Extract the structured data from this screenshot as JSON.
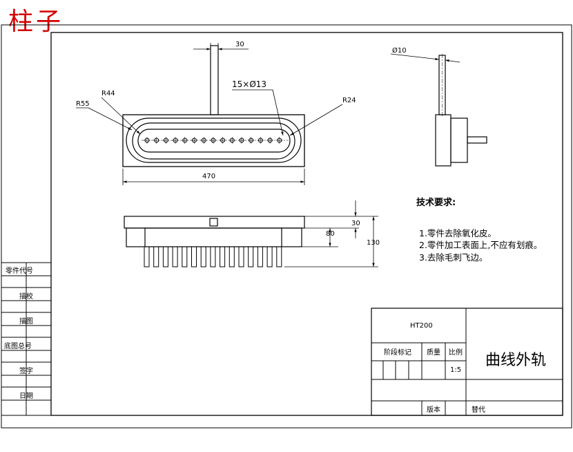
{
  "corner_title": "柱子",
  "dimensions": {
    "rod_width": "30",
    "radius_outer": "R55",
    "radius_middle": "R44",
    "hole_pattern": "15×Ø13",
    "radius_inner": "R24",
    "overall_length": "470",
    "side_rod_dia": "Ø10",
    "plate_thickness": "30",
    "body_height": "80",
    "total_height": "130"
  },
  "tech_requirements": {
    "heading": "技术要求:",
    "items": [
      "1.零件去除氧化皮。",
      "2.零件加工表面上,不应有划痕。",
      "3.去除毛刺飞边。"
    ]
  },
  "side_table": [
    "零件代号",
    "描校",
    "描图",
    "底图总号",
    "签字",
    "日期"
  ],
  "title_block": {
    "material": "HT200",
    "stage_label": "阶段标记",
    "mass_label": "质量",
    "scale_label": "比例",
    "scale_value": "1:5",
    "part_name": "曲线外轨",
    "version_label": "版本",
    "replace_label": "替代"
  }
}
